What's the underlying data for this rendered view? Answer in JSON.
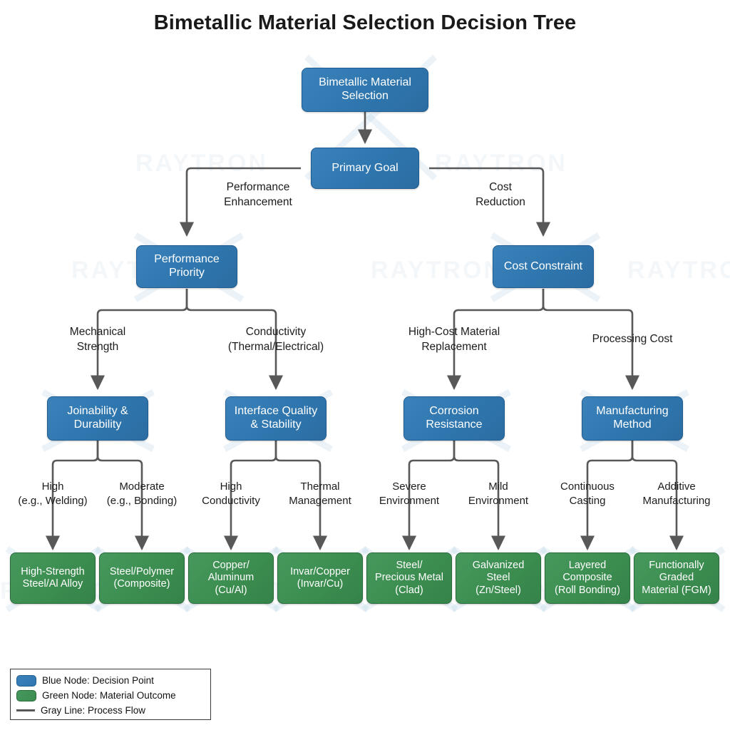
{
  "title": "Bimetallic Material Selection Decision Tree",
  "colors": {
    "blue_node": "#2f76ae",
    "blue_border": "#1f5c8f",
    "green_node": "#3c8d50",
    "green_border": "#2a6b3c",
    "line": "#585858",
    "text": "#1c1c1c",
    "background": "#ffffff"
  },
  "watermark": {
    "text": "RAYTRON"
  },
  "nodes": {
    "root": {
      "label": "Bimetallic Material\nSelection",
      "type": "decision"
    },
    "primary_goal": {
      "label": "Primary Goal",
      "type": "decision"
    },
    "performance_priority": {
      "label": "Performance\nPriority",
      "type": "decision"
    },
    "cost_constraint": {
      "label": "Cost Constraint",
      "type": "decision"
    },
    "joinability": {
      "label": "Joinability &\nDurability",
      "type": "decision"
    },
    "interface_quality": {
      "label": "Interface Quality\n& Stability",
      "type": "decision"
    },
    "corrosion_resistance": {
      "label": "Corrosion\nResistance",
      "type": "decision"
    },
    "manufacturing_method": {
      "label": "Manufacturing\nMethod",
      "type": "decision"
    }
  },
  "edge_labels": {
    "performance_enhancement": "Performance\nEnhancement",
    "cost_reduction": "Cost\nReduction",
    "mechanical_strength": "Mechanical\nStrength",
    "conductivity": "Conductivity\n(Thermal/Electrical)",
    "high_cost_material_replacement": "High-Cost Material\nReplacement",
    "processing_cost": "Processing Cost",
    "high_welding": "High\n(e.g., Welding)",
    "moderate_bonding": "Moderate\n(e.g., Bonding)",
    "high_conductivity": "High\nConductivity",
    "thermal_management": "Thermal\nManagement",
    "severe_environment": "Severe\nEnvironment",
    "mild_environment": "Mild\nEnvironment",
    "continuous_casting": "Continuous\nCasting",
    "additive_manufacturing": "Additive\nManufacturing"
  },
  "outcomes": [
    {
      "label": "High-Strength\nSteel/Al Alloy",
      "type": "material"
    },
    {
      "label": "Steel/Polymer\n(Composite)",
      "type": "material"
    },
    {
      "label": "Copper/\nAluminum\n(Cu/Al)",
      "type": "material"
    },
    {
      "label": "Invar/Copper\n(Invar/Cu)",
      "type": "material"
    },
    {
      "label": "Steel/\nPrecious Metal\n(Clad)",
      "type": "material"
    },
    {
      "label": "Galvanized\nSteel\n(Zn/Steel)",
      "type": "material"
    },
    {
      "label": "Layered\nComposite\n(Roll Bonding)",
      "type": "material"
    },
    {
      "label": "Functionally\nGraded\nMaterial (FGM)",
      "type": "material"
    }
  ],
  "legend": {
    "items": [
      {
        "swatch": "blue-node-swatch",
        "label": "Blue Node: Decision Point"
      },
      {
        "swatch": "green-node-swatch",
        "label": "Green Node: Material Outcome"
      },
      {
        "swatch": "gray-line-swatch",
        "label": "Gray Line: Process Flow"
      }
    ]
  },
  "chart_data": {
    "type": "tree",
    "title": "Bimetallic Material Selection Decision Tree",
    "root": "Bimetallic Material Selection",
    "levels": 5,
    "edges": [
      {
        "from": "Bimetallic Material Selection",
        "to": "Primary Goal",
        "label": ""
      },
      {
        "from": "Primary Goal",
        "to": "Performance Priority",
        "label": "Performance Enhancement"
      },
      {
        "from": "Primary Goal",
        "to": "Cost Constraint",
        "label": "Cost Reduction"
      },
      {
        "from": "Performance Priority",
        "to": "Joinability & Durability",
        "label": "Mechanical Strength"
      },
      {
        "from": "Performance Priority",
        "to": "Interface Quality & Stability",
        "label": "Conductivity (Thermal/Electrical)"
      },
      {
        "from": "Cost Constraint",
        "to": "Corrosion Resistance",
        "label": "High-Cost Material Replacement"
      },
      {
        "from": "Cost Constraint",
        "to": "Manufacturing Method",
        "label": "Processing Cost"
      },
      {
        "from": "Joinability & Durability",
        "to": "High-Strength Steel/Al Alloy",
        "label": "High (e.g., Welding)"
      },
      {
        "from": "Joinability & Durability",
        "to": "Steel/Polymer (Composite)",
        "label": "Moderate (e.g., Bonding)"
      },
      {
        "from": "Interface Quality & Stability",
        "to": "Copper/Aluminum (Cu/Al)",
        "label": "High Conductivity"
      },
      {
        "from": "Interface Quality & Stability",
        "to": "Invar/Copper (Invar/Cu)",
        "label": "Thermal Management"
      },
      {
        "from": "Corrosion Resistance",
        "to": "Steel/Precious Metal (Clad)",
        "label": "Severe Environment"
      },
      {
        "from": "Corrosion Resistance",
        "to": "Galvanized Steel (Zn/Steel)",
        "label": "Mild Environment"
      },
      {
        "from": "Manufacturing Method",
        "to": "Layered Composite (Roll Bonding)",
        "label": "Continuous Casting"
      },
      {
        "from": "Manufacturing Method",
        "to": "Functionally Graded Material (FGM)",
        "label": "Additive Manufacturing"
      }
    ]
  }
}
